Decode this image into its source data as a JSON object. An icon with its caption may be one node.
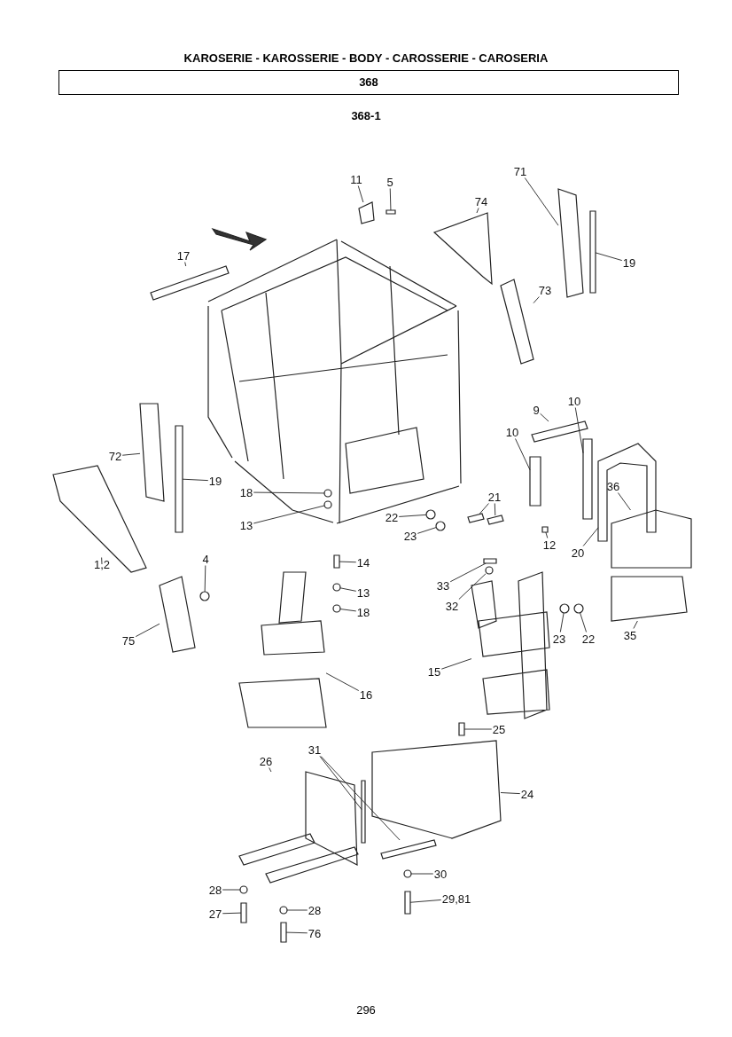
{
  "diagram": {
    "title": "KAROSERIE - KAROSSERIE - BODY - CAROSSERIE - CAROSERIA",
    "nodes": [
      {
        "text": [
          "368"
        ]
      },
      {
        "text": [
          "71"
        ]
      },
      {
        "text": [
          "11"
        ]
      },
      {
        "text": [
          "5"
        ]
      },
      {
        "text": [
          "74"
        ]
      },
      {
        "text": [
          "17"
        ]
      },
      {
        "text": [
          "19"
        ]
      },
      {
        "text": [
          "73"
        ]
      },
      {
        "text": [
          "10"
        ]
      },
      {
        "text": [
          "9"
        ]
      },
      {
        "text": [
          "10"
        ]
      },
      {
        "text": [
          "72"
        ]
      },
      {
        "text": [
          "19"
        ]
      },
      {
        "text": [
          "18"
        ]
      },
      {
        "text": [
          "21"
        ]
      },
      {
        "text": [
          "36"
        ]
      },
      {
        "text": [
          "22"
        ]
      },
      {
        "text": [
          "13"
        ]
      },
      {
        "text": [
          "23"
        ]
      },
      {
        "text": [
          "12"
        ]
      },
      {
        "text": [
          "20"
        ]
      },
      {
        "text": [
          "4"
        ]
      },
      {
        "text": [
          "14"
        ]
      },
      {
        "text": [
          "1,2"
        ]
      },
      {
        "text": [
          "33"
        ]
      },
      {
        "text": [
          "13"
        ]
      },
      {
        "text": [
          "32"
        ]
      },
      {
        "text": [
          "18"
        ]
      },
      {
        "text": [
          "35"
        ]
      },
      {
        "text": [
          "23"
        ]
      },
      {
        "text": [
          "22"
        ]
      },
      {
        "text": [
          "75"
        ]
      },
      {
        "text": [
          "15"
        ]
      },
      {
        "text": [
          "16"
        ]
      },
      {
        "text": [
          "25"
        ]
      },
      {
        "text": [
          "31"
        ]
      },
      {
        "text": [
          "24"
        ]
      },
      {
        "text": [
          "26"
        ]
      },
      {
        "text": [
          "30"
        ]
      },
      {
        "text": [
          "28"
        ]
      },
      {
        "text": [
          "29,81"
        ]
      },
      {
        "text": [
          "28"
        ]
      },
      {
        "text": [
          "27"
        ]
      },
      {
        "text": [
          "76"
        ]
      },
      {
        "text": [],
        "shape": "box"
      },
      {
        "text": [],
        "shape": "box"
      },
      {
        "text": [],
        "shape": "box"
      },
      {
        "text": [],
        "shape": "box"
      },
      {
        "text": [],
        "shape": "box"
      },
      {
        "text": [],
        "shape": "box"
      },
      {
        "text": [],
        "shape": "box"
      },
      {
        "text": [],
        "shape": "circle"
      },
      {
        "text": [],
        "shape": "circle"
      },
      {
        "text": [],
        "shape": "box"
      },
      {
        "text": [],
        "shape": "box"
      },
      {
        "text": [],
        "shape": "box"
      },
      {
        "text": [],
        "shape": "box"
      },
      {
        "text": [],
        "shape": "box"
      },
      {
        "text": [],
        "shape": "box"
      },
      {
        "text": [],
        "shape": "box"
      },
      {
        "text": [],
        "shape": "box"
      },
      {
        "text": [],
        "shape": "box"
      },
      {
        "text": [],
        "shape": "box"
      },
      {
        "text": [],
        "shape": "box"
      },
      {
        "text": [],
        "shape": "circle"
      },
      {
        "text": [],
        "shape": "circle"
      },
      {
        "text": [],
        "shape": "box"
      },
      {
        "text": [],
        "shape": "circle"
      },
      {
        "text": [],
        "shape": "circle"
      },
      {
        "text": [],
        "shape": "box"
      },
      {
        "text": [],
        "shape": "circle"
      },
      {
        "text": [],
        "shape": "box"
      },
      {
        "text": [],
        "shape": "box"
      },
      {
        "text": [],
        "shape": "box"
      },
      {
        "text": [],
        "shape": "circle"
      },
      {
        "text": [],
        "shape": "circle"
      },
      {
        "text": [],
        "shape": "circle"
      },
      {
        "text": [],
        "shape": "box"
      },
      {
        "text": [],
        "shape": "box"
      },
      {
        "text": [],
        "shape": "box"
      },
      {
        "text": [],
        "shape": "box"
      },
      {
        "text": [],
        "shape": "box"
      },
      {
        "text": [],
        "shape": "box"
      },
      {
        "text": [],
        "shape": "circle"
      },
      {
        "text": [],
        "shape": "box"
      },
      {
        "text": [],
        "shape": "circle"
      },
      {
        "text": [],
        "shape": "box"
      },
      {
        "text": [],
        "shape": "circle"
      },
      {
        "text": [],
        "shape": "box"
      }
    ],
    "edges": [
      {
        "from": 1,
        "to": 47,
        "arrow": "none"
      },
      {
        "from": 2,
        "to": 44,
        "arrow": "none"
      },
      {
        "from": 3,
        "to": 45,
        "arrow": "none"
      },
      {
        "from": 4,
        "to": 46,
        "arrow": "none"
      },
      {
        "from": 5,
        "to": 48,
        "arrow": "none"
      },
      {
        "from": 6,
        "to": 49,
        "arrow": "none"
      },
      {
        "from": 7,
        "to": 50,
        "arrow": "none"
      },
      {
        "from": 8,
        "to": 57,
        "arrow": "none"
      },
      {
        "from": 9,
        "to": 56,
        "arrow": "none"
      },
      {
        "from": 10,
        "to": 58,
        "arrow": "none"
      },
      {
        "from": 11,
        "to": 53,
        "arrow": "none"
      },
      {
        "from": 12,
        "to": 54,
        "arrow": "none"
      },
      {
        "from": 13,
        "to": 51,
        "arrow": "none"
      },
      {
        "from": 14,
        "to": 62,
        "arrow": "none"
      },
      {
        "from": 14,
        "to": 63,
        "arrow": "none"
      },
      {
        "from": 15,
        "to": 60,
        "arrow": "none"
      },
      {
        "from": 16,
        "to": 64,
        "arrow": "none"
      },
      {
        "from": 17,
        "to": 52,
        "arrow": "none"
      },
      {
        "from": 18,
        "to": 65,
        "arrow": "none"
      },
      {
        "from": 19,
        "to": 61,
        "arrow": "none"
      },
      {
        "from": 20,
        "to": 59,
        "arrow": "none"
      },
      {
        "from": 21,
        "to": 70,
        "arrow": "none"
      },
      {
        "from": 22,
        "to": 66,
        "arrow": "none"
      },
      {
        "from": 23,
        "to": 55,
        "arrow": "none"
      },
      {
        "from": 24,
        "to": 73,
        "arrow": "none"
      },
      {
        "from": 25,
        "to": 67,
        "arrow": "none"
      },
      {
        "from": 26,
        "to": 74,
        "arrow": "none"
      },
      {
        "from": 27,
        "to": 68,
        "arrow": "none"
      },
      {
        "from": 28,
        "to": 77,
        "arrow": "none"
      },
      {
        "from": 29,
        "to": 75,
        "arrow": "none"
      },
      {
        "from": 30,
        "to": 76,
        "arrow": "none"
      },
      {
        "from": 31,
        "to": 69,
        "arrow": "none"
      },
      {
        "from": 32,
        "to": 72,
        "arrow": "none"
      },
      {
        "from": 33,
        "to": 71,
        "arrow": "none"
      },
      {
        "from": 34,
        "to": 78,
        "arrow": "none"
      },
      {
        "from": 35,
        "to": 81,
        "arrow": "none"
      },
      {
        "from": 35,
        "to": 82,
        "arrow": "none"
      },
      {
        "from": 36,
        "to": 79,
        "arrow": "none"
      },
      {
        "from": 37,
        "to": 80,
        "arrow": "none"
      },
      {
        "from": 38,
        "to": 83,
        "arrow": "none"
      },
      {
        "from": 39,
        "to": 85,
        "arrow": "none"
      },
      {
        "from": 40,
        "to": 84,
        "arrow": "none"
      },
      {
        "from": 41,
        "to": 87,
        "arrow": "none"
      },
      {
        "from": 42,
        "to": 86,
        "arrow": "none"
      },
      {
        "from": 43,
        "to": 88,
        "arrow": "none"
      }
    ],
    "labels": [
      "368-1",
      "296"
    ]
  }
}
